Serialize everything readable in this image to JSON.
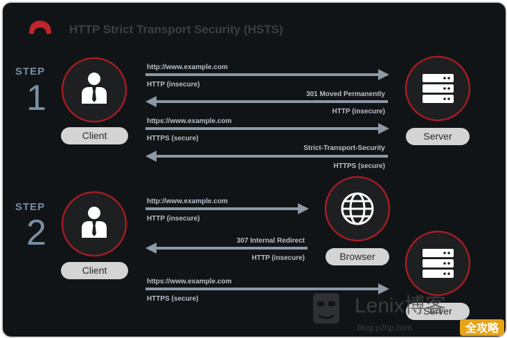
{
  "title": "HTTP Strict Transport Security (HSTS)",
  "steps": [
    {
      "word": "STEP",
      "number": "1"
    },
    {
      "word": "STEP",
      "number": "2"
    }
  ],
  "nodes": {
    "client_1": "Client",
    "server_1": "Server",
    "client_2": "Client",
    "browser_2": "Browser",
    "server_2": "Server"
  },
  "messages": [
    {
      "text": "http://www.example.com",
      "protocol": "HTTP (insecure)",
      "direction": "right"
    },
    {
      "text": "301 Moved Permanently",
      "protocol": "HTTP (insecure)",
      "direction": "left"
    },
    {
      "text": "https://www.example.com",
      "protocol": "HTTPS (secure)",
      "direction": "right"
    },
    {
      "text": "Strict-Transport-Security",
      "protocol": "HTTPS (secure)",
      "direction": "left"
    },
    {
      "text": "http://www.example.com",
      "protocol": "HTTP (insecure)",
      "direction": "right"
    },
    {
      "text": "307 Internal Redirect",
      "protocol": "HTTP (insecure)",
      "direction": "left"
    },
    {
      "text": "https://www.example.com",
      "protocol": "HTTPS (secure)",
      "direction": "right"
    }
  ],
  "watermark": {
    "brand": "Lenix博客",
    "url": "blog.p2hp.com",
    "badge": "全攻略"
  },
  "colors": {
    "background": "#111416",
    "accent_red": "#a41d22",
    "arrow": "#8c99a6",
    "pill": "#d4d4d4"
  }
}
